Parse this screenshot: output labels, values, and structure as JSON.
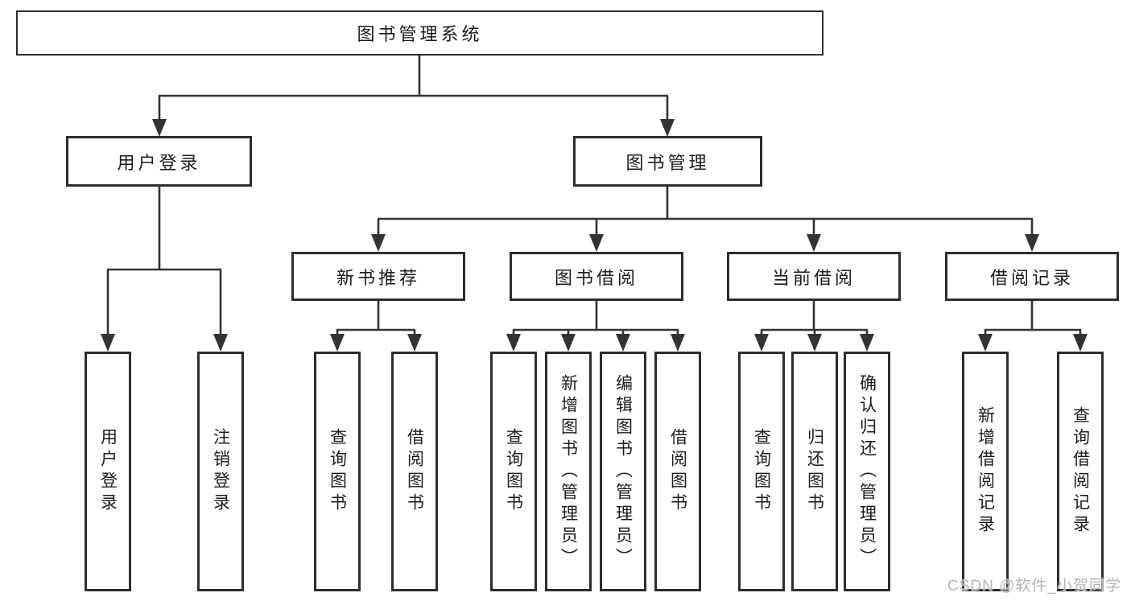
{
  "diagram_title": "图书管理系统",
  "tree": {
    "root": "图书管理系统",
    "branches": [
      {
        "label": "用户登录",
        "children": [
          "用户登录",
          "注销登录"
        ]
      },
      {
        "label": "图书管理",
        "children": [
          {
            "label": "新书推荐",
            "children": [
              "查询图书",
              "借阅图书"
            ]
          },
          {
            "label": "图书借阅",
            "children": [
              "查询图书",
              "新增图书（管理员）",
              "编辑图书（管理员）",
              "借阅图书"
            ]
          },
          {
            "label": "当前借阅",
            "children": [
              "查询图书",
              "归还图书",
              "确认归还（管理员）"
            ]
          },
          {
            "label": "借阅记录",
            "children": [
              "新增借阅记录",
              "查询借阅记录"
            ]
          }
        ]
      }
    ]
  },
  "watermark": "CSDN @软件_小贺同学",
  "colors": {
    "line": "#333333",
    "box_border": "#2d2d2d",
    "text": "#1c1c1c",
    "background": "#ffffff",
    "watermark": "#b5b5b5"
  }
}
